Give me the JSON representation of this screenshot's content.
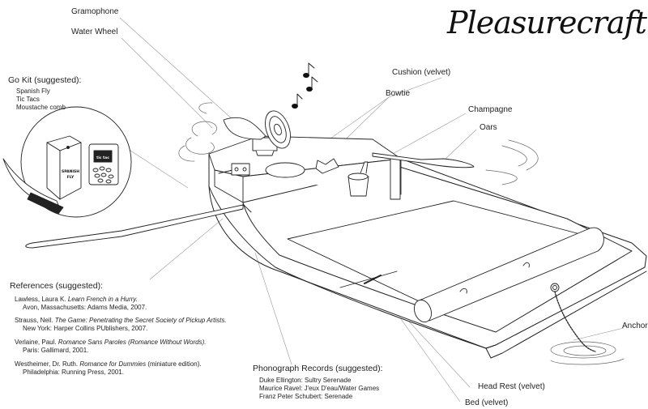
{
  "title": "Pleasurecraft",
  "labels": {
    "gramophone": "Gramophone",
    "water_wheel": "Water Wheel",
    "cushion": "Cushion (velvet)",
    "bowtie": "Bowtie",
    "champagne": "Champagne",
    "oars": "Oars",
    "anchor": "Anchor",
    "head_rest": "Head Rest (velvet)",
    "bed": "Bed (velvet)"
  },
  "go_kit": {
    "heading": "Go Kit (suggested):",
    "items": [
      "Spanish Fly",
      "Tic Tacs",
      "Moustache comb"
    ],
    "box_label_1": "SPANISH",
    "box_label_2": "FLY",
    "tictac_label": "tic tac"
  },
  "references": {
    "heading": "References (suggested):",
    "entries": [
      {
        "author": "Lawless, Laura K. ",
        "title": "Learn French in a Hurry.",
        "rest": "",
        "pub": "Avon, Massachusetts: Adams Media, 2007."
      },
      {
        "author": "Strauss, Neil. ",
        "title": "The Game: Penetrating the Secret Society of Pickup Artists.",
        "rest": "",
        "pub": "New York: Harper Collins PUblishers, 2007."
      },
      {
        "author": "Verlaine, Paul. ",
        "title": "Romance Sans Paroles (Romance Without Words).",
        "rest": "",
        "pub": "Paris: Gallimard, 2001."
      },
      {
        "author": "Westheimer, Dr. Ruth. ",
        "title": "Romance for Dummies",
        "rest": " (miniature edition).",
        "pub": "Philadelphia: Running Press, 2001."
      }
    ]
  },
  "records": {
    "heading": "Phonograph Records (suggested):",
    "items": [
      "Duke Ellington: Sultry Serenade",
      "Maurice Ravel: J'eux D'eau/Water Games",
      "Franz Peter Schubert: Serenade"
    ]
  }
}
